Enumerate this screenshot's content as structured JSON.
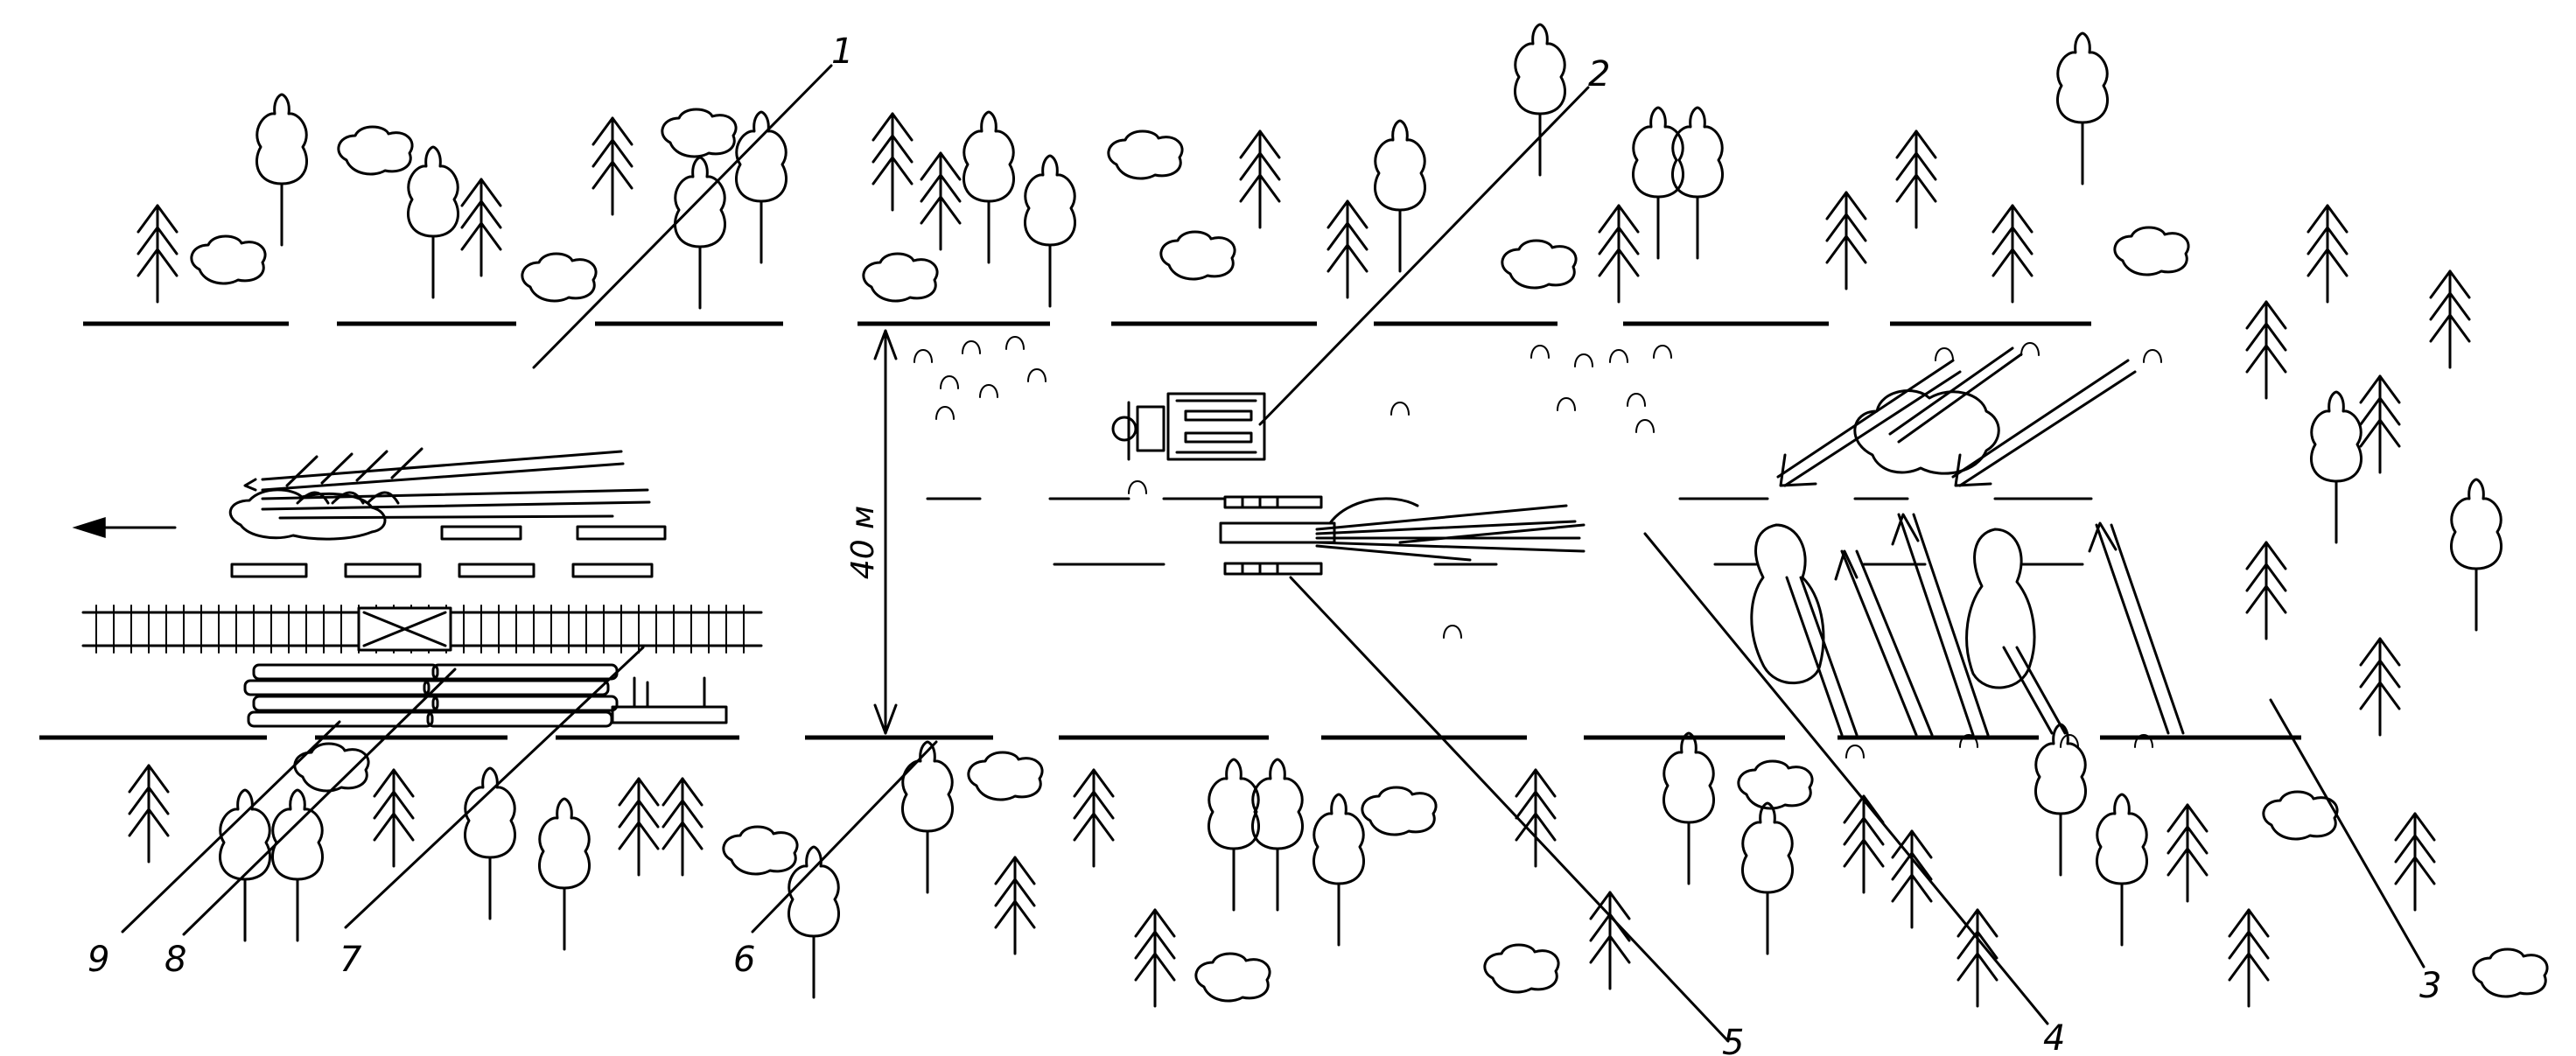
{
  "diagram": {
    "callouts": [
      "1",
      "2",
      "3",
      "4",
      "5",
      "6",
      "7",
      "8",
      "9"
    ],
    "dimension_label": "40 м",
    "icons": {
      "spruce": "spruce-tree-icon",
      "deciduous": "deciduous-tree-icon",
      "bush": "bush-icon",
      "stump": "stump-icon",
      "direction": "direction-arrow-icon"
    },
    "colors": {
      "ink": "#000000",
      "paper": "#ffffff"
    }
  }
}
